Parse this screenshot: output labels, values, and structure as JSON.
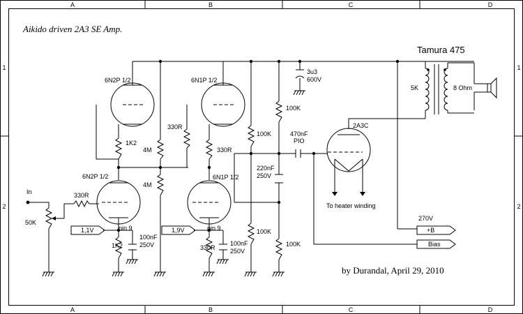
{
  "title": "Aikido driven 2A3 SE Amp.",
  "signature": "by Durandal, April 29, 2010",
  "transformer_name": "Tamura 475",
  "border": {
    "cols": [
      "A",
      "B",
      "C",
      "D"
    ],
    "rows": [
      "1",
      "2"
    ]
  },
  "tubes": {
    "t1": "6N2P 1/2",
    "t2": "6N1P 1/2",
    "t3": "6N2P 1/2",
    "t4": "6N1P 1/2",
    "t5": "2A3C"
  },
  "labels": {
    "in": "In",
    "pot": "50K",
    "r_in": "330R",
    "r_k1": "1K2",
    "r_k3": "1K2",
    "r_4m_top": "4M",
    "r_4m_bot": "4M",
    "r_330_top": "330R",
    "r_330_k2": "330R",
    "r_330_k4": "330R",
    "r_100k_a": "100K",
    "r_100k_b": "100K",
    "r_100k_c": "100K",
    "r_100k_d": "100K",
    "c_3u3_a": "3u3",
    "c_3u3_b": "600V",
    "c_470_a": "470nF",
    "c_470_b": "PIO",
    "c_220_a": "220nF",
    "c_220_b": "250V",
    "c_100_1a": "100nF",
    "c_100_1b": "250V",
    "c_100_2a": "100nF",
    "c_100_2b": "250V",
    "pin9_a": "pin 9",
    "pin9_b": "pin 9",
    "v_11": "1,1V",
    "v_19": "1,9V",
    "heater": "To heater winding",
    "xfmr_pri": "5K",
    "xfmr_sec": "8 Ohm",
    "b_plus_v": "270V",
    "b_plus": "+B",
    "bias": "Bias"
  }
}
